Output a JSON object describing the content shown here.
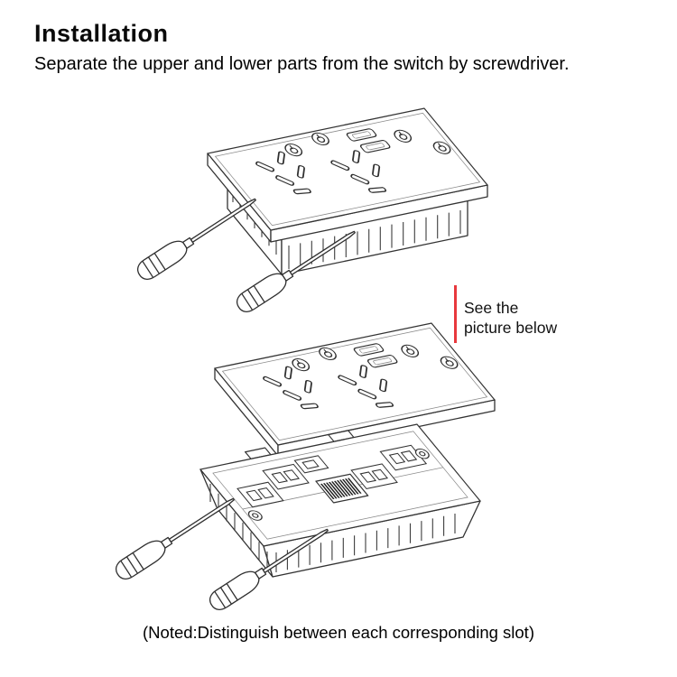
{
  "page": {
    "title": "Installation",
    "subtitle": "Separate the upper and lower parts from the switch by screwdriver.",
    "callout": {
      "line1": "See the",
      "line2": "picture below"
    },
    "note": "(Noted:Distinguish between each corresponding slot)"
  },
  "figures": {
    "assembled_switch": "assembled wall switch pried open by two screwdrivers",
    "upper_panel": "separated upper touch panel with sockets and USB ports",
    "lower_base": "lower mounting base with corresponding wiring slots and two screwdrivers"
  },
  "colors": {
    "accent_red": "#e8383d",
    "ink": "#333333",
    "text": "#000000"
  }
}
